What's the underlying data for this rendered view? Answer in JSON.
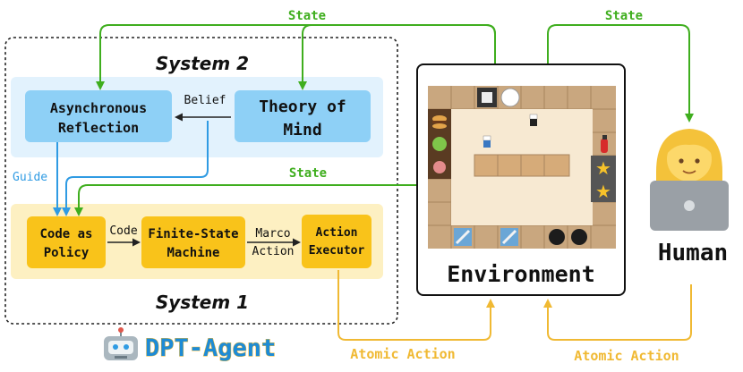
{
  "system2": {
    "title": "System 2",
    "reflection_line1": "Asynchronous",
    "reflection_line2": "Reflection",
    "tom_line1": "Theory of",
    "tom_line2": "Mind",
    "belief_label": "Belief"
  },
  "system1": {
    "title": "System 1",
    "policy_line1": "Code as",
    "policy_line2": "Policy",
    "fsm_line1": "Finite-State",
    "fsm_line2": "Machine",
    "executor_line1": "Action",
    "executor_line2": "Executor",
    "code_label": "Code",
    "marco_line1": "Marco",
    "marco_line2": "Action"
  },
  "arrows": {
    "guide_label": "Guide",
    "state_label": "State",
    "atomic_action_label": "Atomic Action"
  },
  "environment": {
    "label": "Environment"
  },
  "human": {
    "label": "Human"
  },
  "agent": {
    "name": "DPT-Agent",
    "icon": "robot-icon"
  },
  "colors": {
    "green": "#3fae1e",
    "blue": "#2f9be3",
    "orange": "#f0b933",
    "box_blue": "#8ed0f6",
    "panel_blue": "#e2f2fd",
    "box_yellow": "#f9c31a",
    "panel_yellow": "#fdf0c2",
    "agent_text": "#1d8bd6"
  }
}
